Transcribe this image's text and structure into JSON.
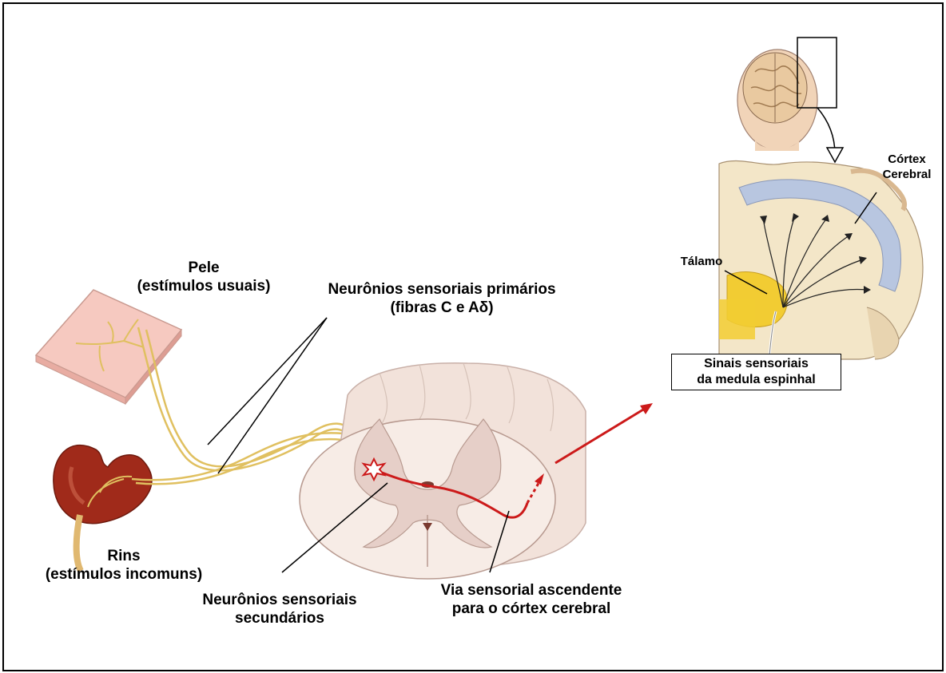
{
  "labels": {
    "pele": [
      "Pele",
      "(estímulos usuais)"
    ],
    "primarios": [
      "Neurônios sensoriais primários",
      "(fibras C e Aδ)"
    ],
    "rins": [
      "Rins",
      "(estímulos incomuns)"
    ],
    "secundarios": [
      "Neurônios sensoriais",
      "secundários"
    ],
    "via": [
      "Via sensorial ascendente",
      "para o córtex cerebral"
    ],
    "cortex": [
      "Córtex",
      "Cerebral"
    ],
    "talamo": "Tálamo",
    "sinais": [
      "Sinais sensoriais",
      "da medula espinhal"
    ]
  },
  "colors": {
    "nerve": "#e0c060",
    "pathway_red": "#cc1a1a",
    "thalamus": "#f2cc33",
    "cortex_blue": "#b8c6e0",
    "tissue": "#f3e6c8",
    "skin": "#f6c9c0",
    "kidney": "#a02a1a",
    "cord": "#f7ece6",
    "gray_matter": "#e6cfc8"
  }
}
